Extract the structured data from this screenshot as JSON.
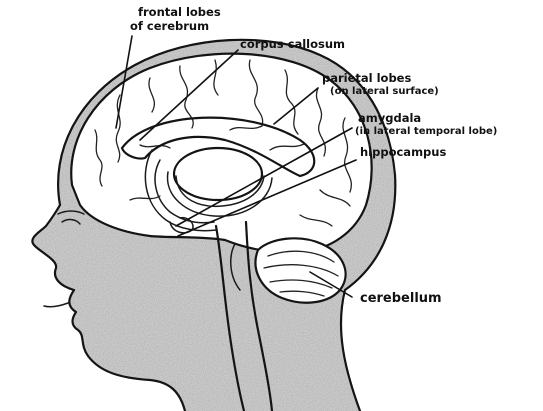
{
  "labels": {
    "frontal_line1": "frontal lobes",
    "frontal_line2": "of cerebrum",
    "corpus_callosum": "corpus callosum",
    "parietal_line1": "parietal lobes",
    "parietal_line2": "(on lateral surface)",
    "amygdala_line1": "amygdala",
    "amygdala_line2": "(in lateral temporal lobe)",
    "hippocampus": "hippocampus",
    "cerebellum": "cerebellum"
  },
  "colors": {
    "ink": "#141414",
    "shade": "#8c8c8c",
    "background": "#ffffff"
  }
}
